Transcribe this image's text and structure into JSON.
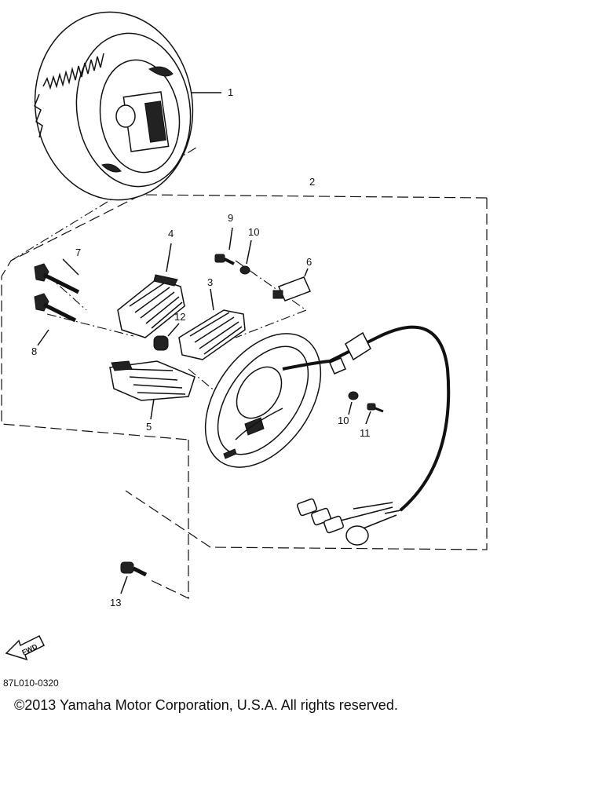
{
  "diagram": {
    "callouts": {
      "c1": "1",
      "c2": "2",
      "c3": "3",
      "c4": "4",
      "c5": "5",
      "c6": "6",
      "c7": "7",
      "c8": "8",
      "c9": "9",
      "c10a": "10",
      "c10b": "10",
      "c11": "11",
      "c12": "12",
      "c13": "13"
    },
    "fwd_label": "FWD",
    "drawing_code": "87L010-0320"
  },
  "footer": {
    "copyright": "©2013 Yamaha Motor Corporation, U.S.A. All rights reserved."
  }
}
